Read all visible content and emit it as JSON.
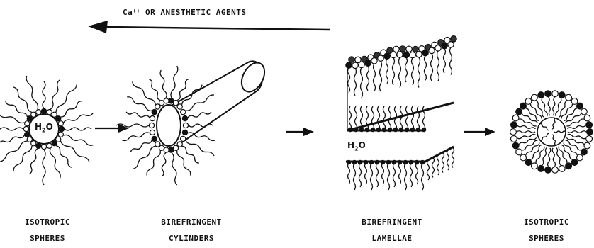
{
  "arrow_label": {
    "ion": "Ca",
    "charge": "++",
    "text": "OR ANESTHETIC AGENTS"
  },
  "water": {
    "element": "H",
    "sub": "2",
    "rest": "O"
  },
  "labels": [
    {
      "line1": "ISOTROPIC",
      "line2": "SPHERES"
    },
    {
      "line1": "BIREFRINGENT",
      "line2": "CYLINDERS"
    },
    {
      "line1": "BIREFRINGENT",
      "line2": "LAMELLAE"
    },
    {
      "line1": "ISOTROPIC",
      "line2": "SPHERES"
    }
  ]
}
